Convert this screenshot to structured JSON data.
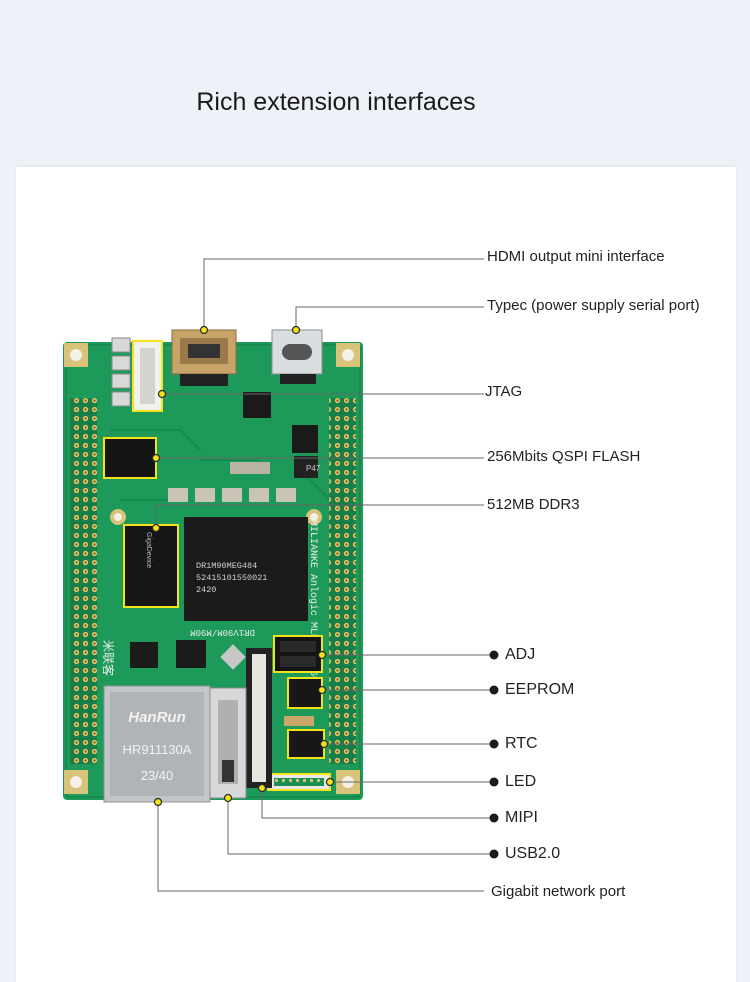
{
  "title": "Rich extension interfaces",
  "board": {
    "eth_brand": "HanRun",
    "eth_model": "HR911130A",
    "eth_code": "23/40",
    "chip_line1": "DR1M90MEG484",
    "chip_line2": "52415101550021",
    "chip_line3": "2420",
    "side_text": "MILIANKE Anlogic MLKPAI-FS01",
    "model_text": "DR1V90M/M90M",
    "cn_text": "米联客",
    "flash_text": "GigaDevice",
    "chip_mark": "P47"
  },
  "callouts": {
    "hdmi": "HDMI output mini interface",
    "typec": "Typec (power supply serial port)",
    "jtag": "JTAG",
    "flash": "256Mbits QSPI FLASH",
    "ddr": "512MB DDR3",
    "adj": "ADJ",
    "eeprom": "EEPROM",
    "rtc": "RTC",
    "led": "LED",
    "mipi": "MIPI",
    "usb": "USB2.0",
    "gigabit": "Gigabit network port"
  },
  "colors": {
    "pcb": "#1d9a5a",
    "highlight": "#f4e21b",
    "leader": "#666666"
  }
}
